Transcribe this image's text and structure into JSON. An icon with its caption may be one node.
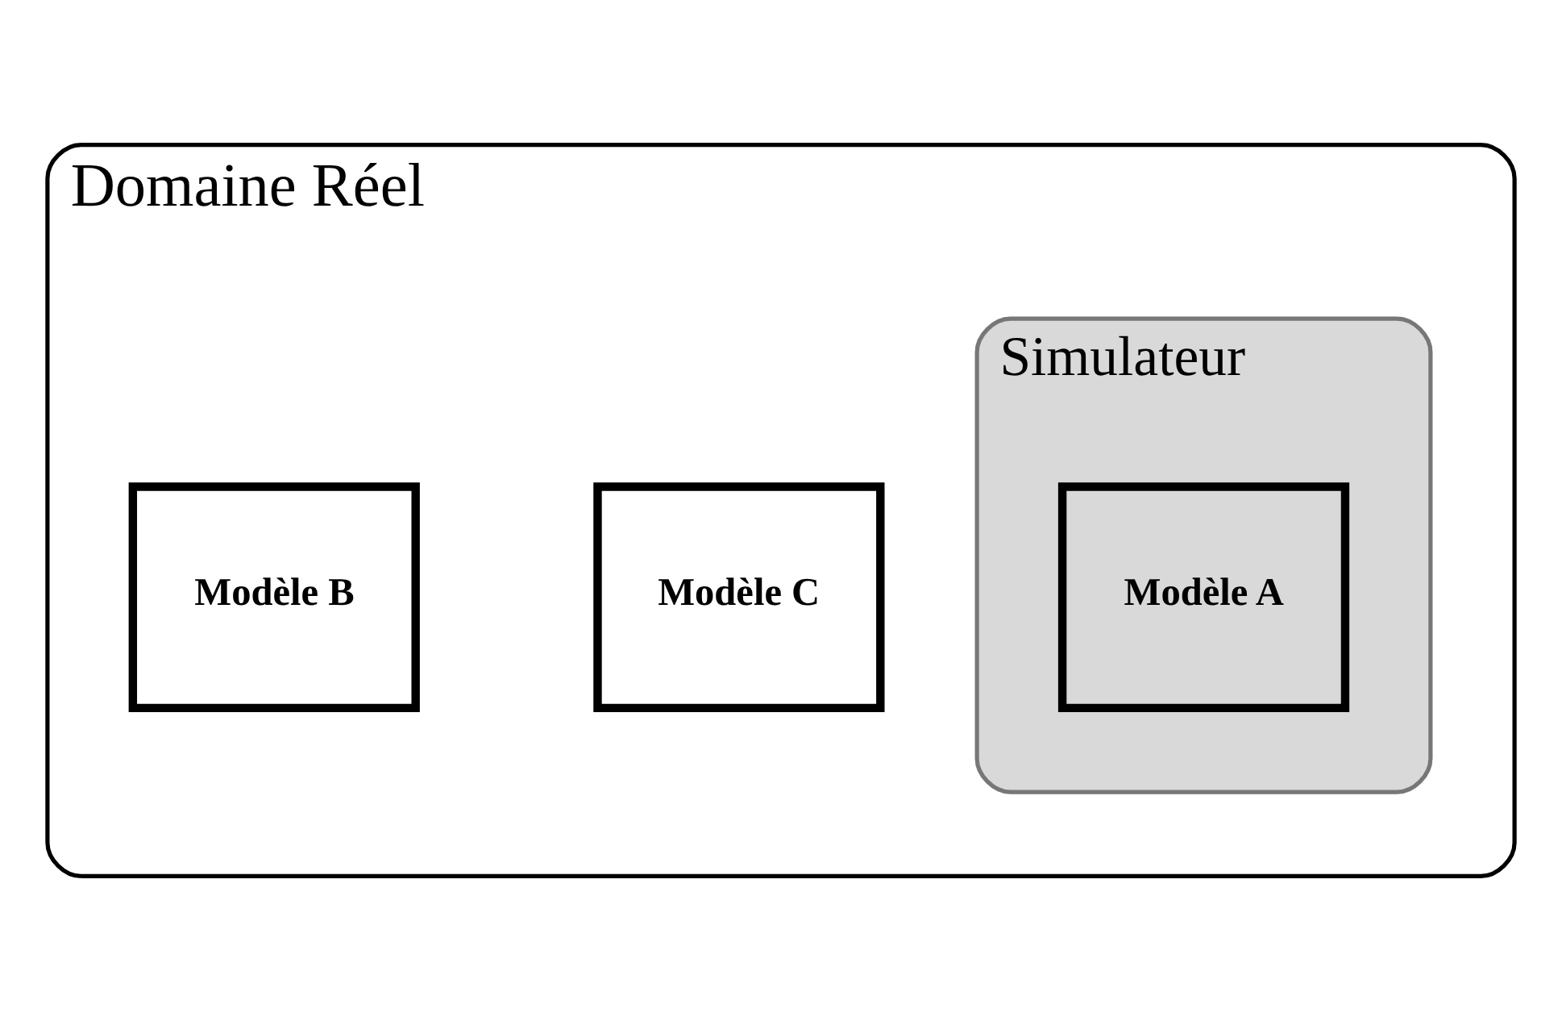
{
  "diagram": {
    "nodes": [
      {
        "text": [
          "Domaine Réel"
        ]
      },
      {
        "text": [
          "Simulateur"
        ],
        "in": 0
      },
      {
        "text": [
          "Modèle A"
        ],
        "in": 1
      },
      {
        "text": [
          "Modèle C"
        ],
        "in": 0
      },
      {
        "text": [
          "Modèle B"
        ],
        "in": 0
      }
    ]
  }
}
